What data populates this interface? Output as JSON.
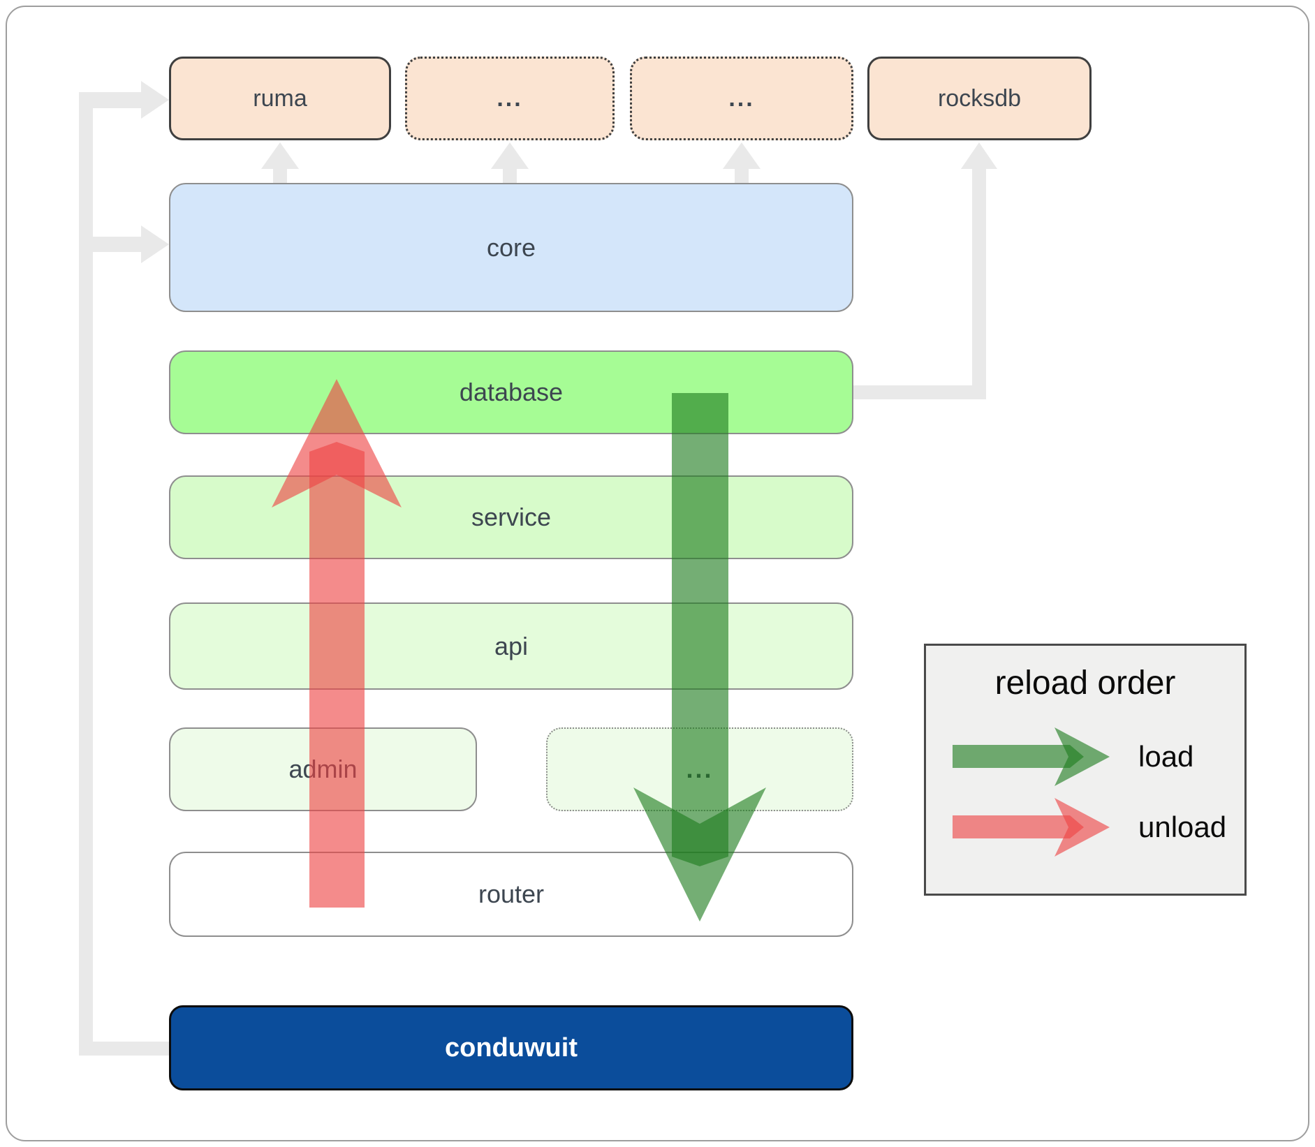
{
  "boxes": {
    "ruma": {
      "label": "ruma"
    },
    "ellipsis_top_1": {
      "label": "..."
    },
    "ellipsis_top_2": {
      "label": "..."
    },
    "rocksdb": {
      "label": "rocksdb"
    },
    "core": {
      "label": "core"
    },
    "database": {
      "label": "database"
    },
    "service": {
      "label": "service"
    },
    "api": {
      "label": "api"
    },
    "admin": {
      "label": "admin"
    },
    "ellipsis_mid": {
      "label": "..."
    },
    "router": {
      "label": "router"
    },
    "conduwuit": {
      "label": "conduwuit"
    }
  },
  "legend": {
    "title": "reload order",
    "items": [
      {
        "label": "load",
        "color": "#1e7d1e"
      },
      {
        "label": "unload",
        "color": "#ee4444"
      }
    ]
  },
  "colors": {
    "load_arrow_green": "#1e7d1e",
    "unload_arrow_red": "#ee4444",
    "connector_gray": "#e9e9e9",
    "peach_fill": "#fbe4d2",
    "core_fill": "#d4e6fa",
    "database_fill": "#a6fc95",
    "service_fill": "#d7fbca",
    "api_fill": "#e4fcdb",
    "admin_fill": "#eefbe9",
    "router_fill": "#ffffff",
    "conduwuit_fill": "#0b4d9b",
    "legend_bg": "#f0f0ef"
  }
}
